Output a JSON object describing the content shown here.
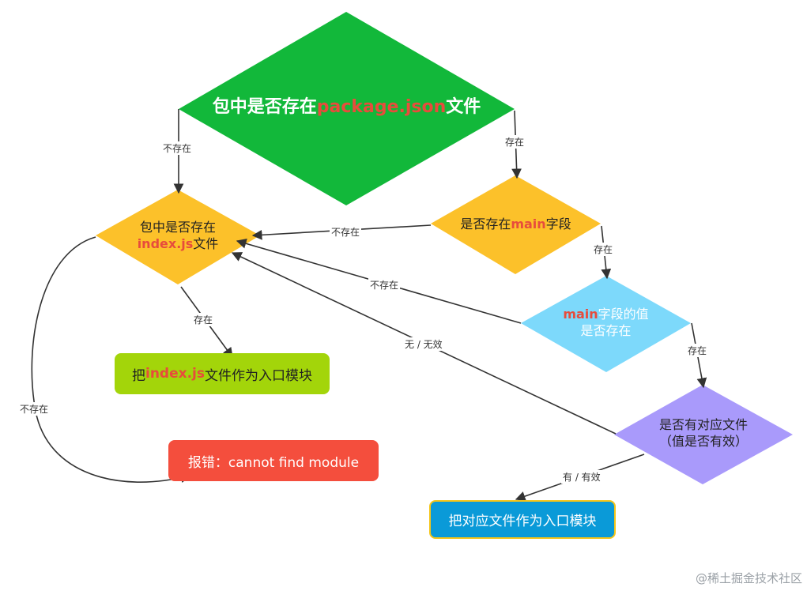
{
  "nodes": {
    "n1": {
      "prefix": "包中是否存在",
      "highlight": "package.json",
      "suffix": "文件"
    },
    "n2": {
      "line1": "包中是否存在",
      "line2_highlight": "index.js",
      "line2_suffix": "文件"
    },
    "n3": {
      "prefix": "是否存在",
      "highlight": "main",
      "suffix": "字段"
    },
    "n4": {
      "line1_highlight": "main",
      "line1_suffix": "字段的值",
      "line2": "是否存在"
    },
    "n5": {
      "line1": "是否有对应文件",
      "line2": "（值是否有效）"
    },
    "n6": {
      "prefix": "把",
      "highlight": "index.js",
      "suffix": "文件作为入口模块"
    },
    "n7": {
      "text": "报错：cannot find module"
    },
    "n8": {
      "text": "把对应文件作为入口模块"
    }
  },
  "edge_labels": {
    "e1": "不存在",
    "e2": "存在",
    "e3": "不存在",
    "e4": "存在",
    "e5": "不存在",
    "e6": "存在",
    "e7": "无 / 无效",
    "e8": "有 / 有效",
    "e9": "存在",
    "e10": "不存在"
  },
  "colors": {
    "green_diamond": "#12b83a",
    "yellow_diamond": "#fcc12a",
    "cyan_diamond": "#7dd9fb",
    "purple_diamond": "#a99afb",
    "lime_box": "#a3d50a",
    "red_box": "#f44e3d",
    "blue_box": "#0a9ad8",
    "blue_box_border": "#f5c518",
    "highlight": "#e74c3c"
  },
  "watermark": "@稀土掘金技术社区"
}
